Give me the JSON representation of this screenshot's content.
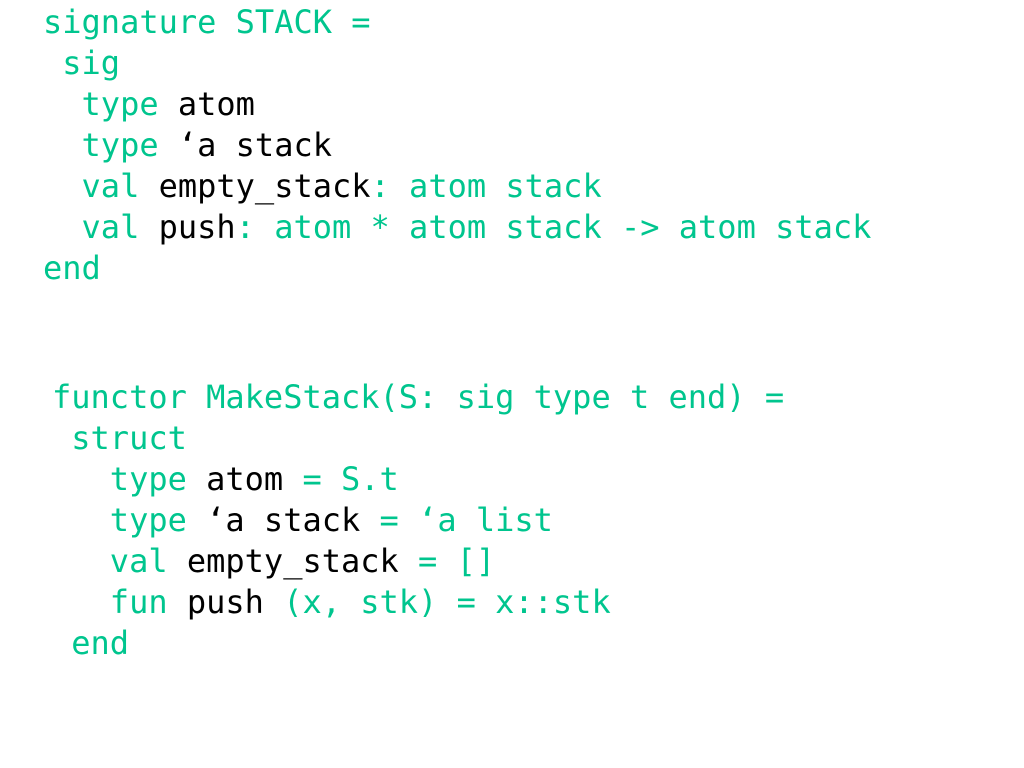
{
  "slide": {
    "colors": {
      "keyword": "#00c58e",
      "identifier": "#000000",
      "background": "#ffffff"
    },
    "signature_block": {
      "lines": [
        [
          {
            "t": "signature STACK =",
            "c": "k"
          }
        ],
        [
          {
            "t": " sig",
            "c": "k"
          }
        ],
        [
          {
            "t": "  type ",
            "c": "k"
          },
          {
            "t": "atom",
            "c": "i"
          }
        ],
        [
          {
            "t": "  type ",
            "c": "k"
          },
          {
            "t": "‘a stack",
            "c": "i"
          }
        ],
        [
          {
            "t": "  val ",
            "c": "k"
          },
          {
            "t": "empty_stack",
            "c": "i"
          },
          {
            "t": ": atom stack",
            "c": "k"
          }
        ],
        [
          {
            "t": "  val ",
            "c": "k"
          },
          {
            "t": "push",
            "c": "i"
          },
          {
            "t": ": atom * atom stack -> atom stack",
            "c": "k"
          }
        ],
        [
          {
            "t": "end",
            "c": "k"
          }
        ]
      ]
    },
    "functor_block": {
      "lines": [
        [
          {
            "t": "functor MakeStack(S: sig type t end) =",
            "c": "k"
          }
        ],
        [
          {
            "t": " struct",
            "c": "k"
          }
        ],
        [
          {
            "t": "   type ",
            "c": "k"
          },
          {
            "t": "atom",
            "c": "i"
          },
          {
            "t": " = S.t",
            "c": "k"
          }
        ],
        [
          {
            "t": "   type ",
            "c": "k"
          },
          {
            "t": "‘a stack",
            "c": "i"
          },
          {
            "t": " = ‘a list",
            "c": "k"
          }
        ],
        [
          {
            "t": "   val ",
            "c": "k"
          },
          {
            "t": "empty_stack",
            "c": "i"
          },
          {
            "t": " = []",
            "c": "k"
          }
        ],
        [
          {
            "t": "   fun ",
            "c": "k"
          },
          {
            "t": "push",
            "c": "i"
          },
          {
            "t": " (x, stk) = x::stk",
            "c": "k"
          }
        ],
        [
          {
            "t": " end",
            "c": "k"
          }
        ]
      ]
    }
  }
}
